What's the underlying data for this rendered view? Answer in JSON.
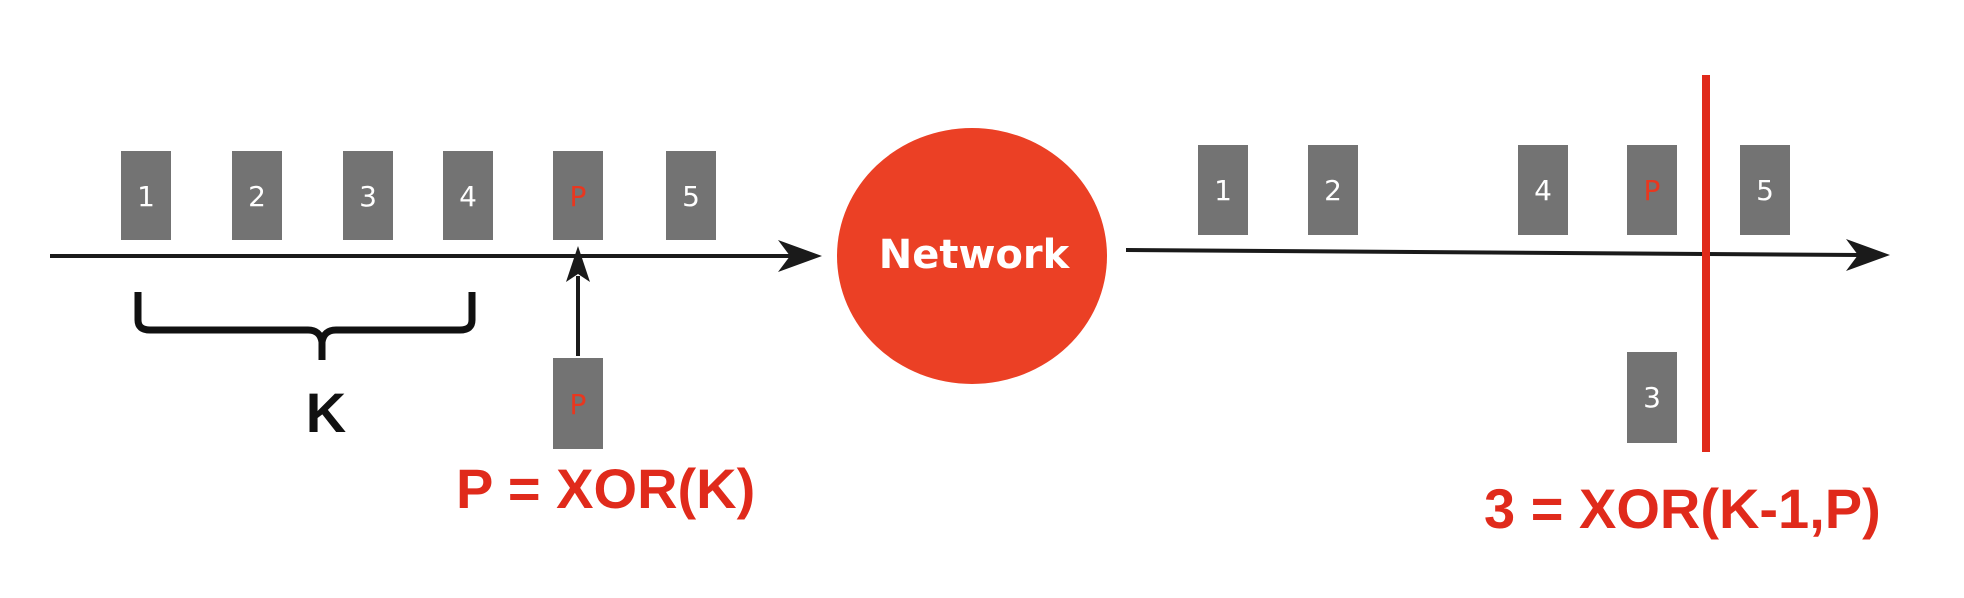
{
  "colors": {
    "packet_fill": "#737373",
    "packet_text": "#ffffff",
    "parity_text": "#e8371f",
    "network_fill": "#eb4025",
    "network_text": "#ffffff",
    "line": "#1a1a1a",
    "formula": "#e02a1b",
    "loss_marker": "#e02a1b"
  },
  "sender": {
    "packets": [
      "1",
      "2",
      "3",
      "4",
      "P",
      "5"
    ],
    "parity_packet": "P",
    "brace_label": "K",
    "formula": "P = XOR(K)"
  },
  "network": {
    "label": "Network"
  },
  "receiver": {
    "packets": [
      "1",
      "2",
      "4",
      "P",
      "5"
    ],
    "recovered_packet": "3",
    "formula": "3 = XOR(K-1,P)"
  }
}
